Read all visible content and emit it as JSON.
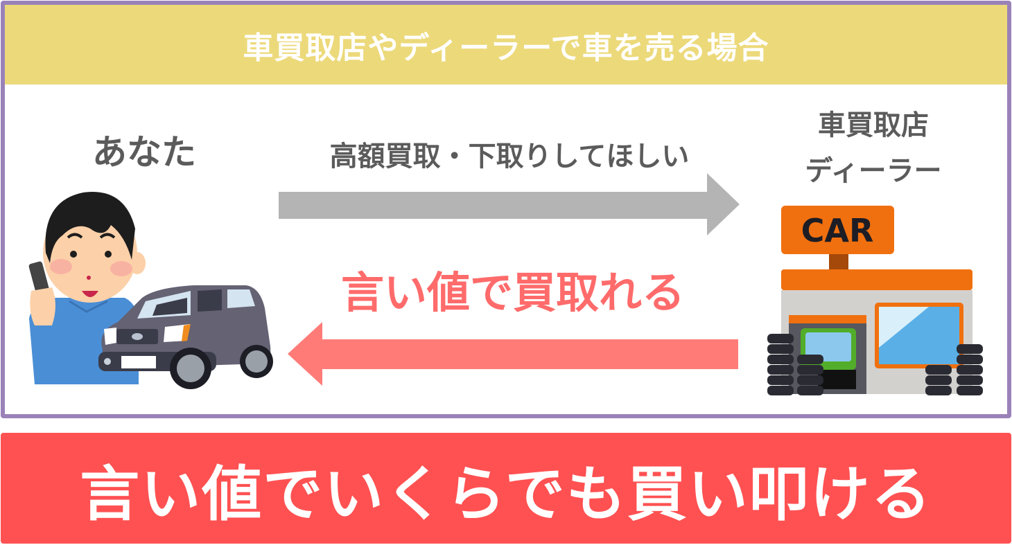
{
  "banner": {
    "title": "車買取店やディーラーで車を売る場合"
  },
  "left_party": {
    "label": "あなた",
    "illustration": "person-on-phone-with-car-icon"
  },
  "right_party": {
    "label_line1": "車買取店",
    "label_line2": "ディーラー",
    "sign_text": "CAR",
    "illustration": "car-shop-icon"
  },
  "flow": {
    "request_label": "高額買取・下取りしてほしい",
    "response_label": "言い値で買取れる",
    "request_arrow": "arrow-right-icon",
    "response_arrow": "arrow-left-icon"
  },
  "conclusion": {
    "text": "言い値でいくらでも買い叩ける"
  },
  "colors": {
    "frame_border": "#9a82b8",
    "banner_bg": "#ecd97a",
    "label_text": "#5b5b5b",
    "request_arrow": "#b4b4b4",
    "response_text": "#ff6b6b",
    "response_arrow": "#ff7b78",
    "conclusion_bg": "#ff5152",
    "shop_orange": "#f0700f"
  }
}
